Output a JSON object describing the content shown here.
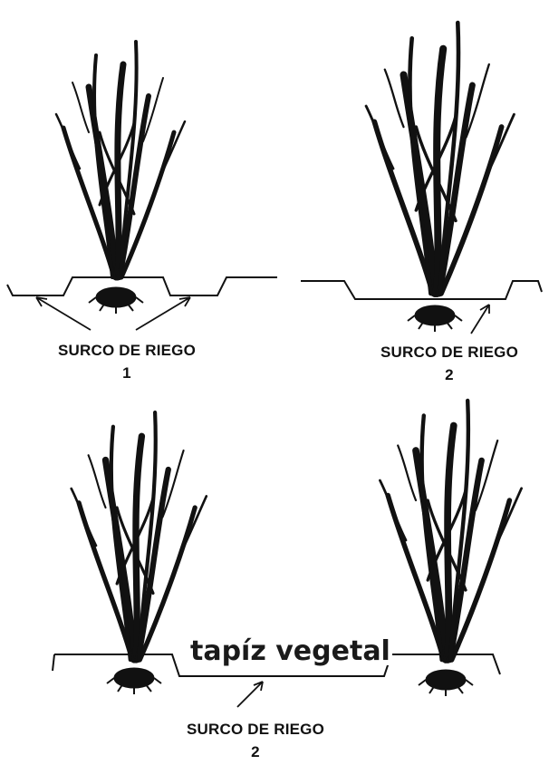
{
  "diagram": {
    "top_left_label": "SURCO DE RIEGO",
    "top_left_number": "1",
    "top_right_label": "SURCO DE RIEGO",
    "top_right_number": "2",
    "bottom_center_label": "SURCO DE RIEGO",
    "bottom_center_number": "2",
    "ground_cover_label": "tapíz vegetal",
    "ink_color": "#111111",
    "background_color": "#ffffff"
  }
}
